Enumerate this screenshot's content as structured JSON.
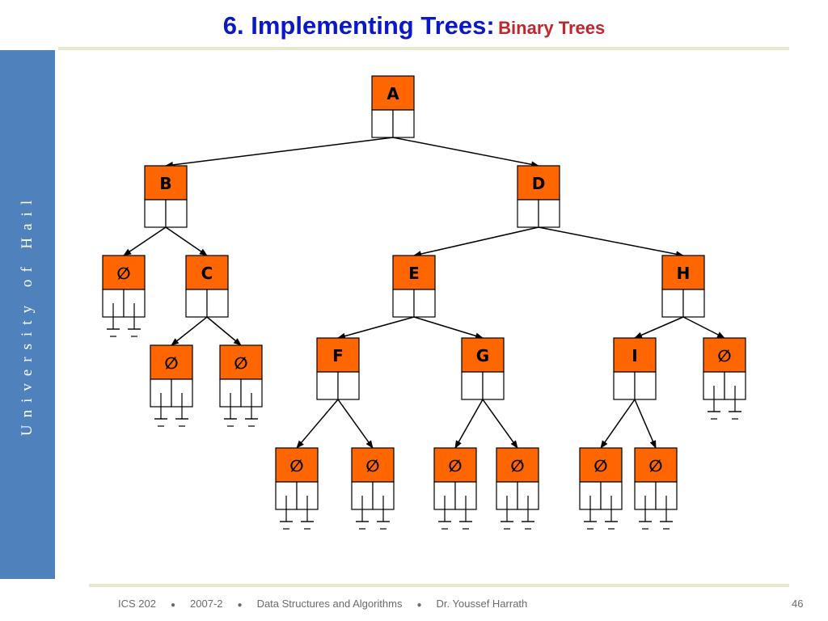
{
  "slide": {
    "title": "6. Implementing Trees:",
    "subtitle": "Binary Trees",
    "sidebar_text": "University of Hail",
    "footer": {
      "course": "ICS 202",
      "term": "2007-2",
      "subject": "Data Structures and Algorithms",
      "author": "Dr. Youssef Harrath",
      "page": "46"
    }
  },
  "colors": {
    "title": "#0b18c7",
    "subtitle": "#c0272d",
    "sidebar": "#4f81bd",
    "node_fill": "#ff6600",
    "node_border": "#000000"
  },
  "tree": {
    "nodes": [
      {
        "id": "A",
        "label": "A",
        "parent": null,
        "side": null
      },
      {
        "id": "B",
        "label": "B",
        "parent": "A",
        "side": "left"
      },
      {
        "id": "D",
        "label": "D",
        "parent": "A",
        "side": "right"
      },
      {
        "id": "n1",
        "label": "∅",
        "parent": "B",
        "side": "left"
      },
      {
        "id": "C",
        "label": "C",
        "parent": "B",
        "side": "right"
      },
      {
        "id": "n2",
        "label": "∅",
        "parent": "C",
        "side": "left"
      },
      {
        "id": "n3",
        "label": "∅",
        "parent": "C",
        "side": "right"
      },
      {
        "id": "E",
        "label": "E",
        "parent": "D",
        "side": "left"
      },
      {
        "id": "H",
        "label": "H",
        "parent": "D",
        "side": "right"
      },
      {
        "id": "F",
        "label": "F",
        "parent": "E",
        "side": "left"
      },
      {
        "id": "G",
        "label": "G",
        "parent": "E",
        "side": "right"
      },
      {
        "id": "I",
        "label": "I",
        "parent": "H",
        "side": "left"
      },
      {
        "id": "n4",
        "label": "∅",
        "parent": "H",
        "side": "right"
      },
      {
        "id": "n5",
        "label": "∅",
        "parent": "F",
        "side": "left"
      },
      {
        "id": "n6",
        "label": "∅",
        "parent": "F",
        "side": "right"
      },
      {
        "id": "n7",
        "label": "∅",
        "parent": "G",
        "side": "left"
      },
      {
        "id": "n8",
        "label": "∅",
        "parent": "G",
        "side": "right"
      },
      {
        "id": "n9",
        "label": "∅",
        "parent": "I",
        "side": "left"
      },
      {
        "id": "n10",
        "label": "∅",
        "parent": "I",
        "side": "right"
      }
    ]
  }
}
